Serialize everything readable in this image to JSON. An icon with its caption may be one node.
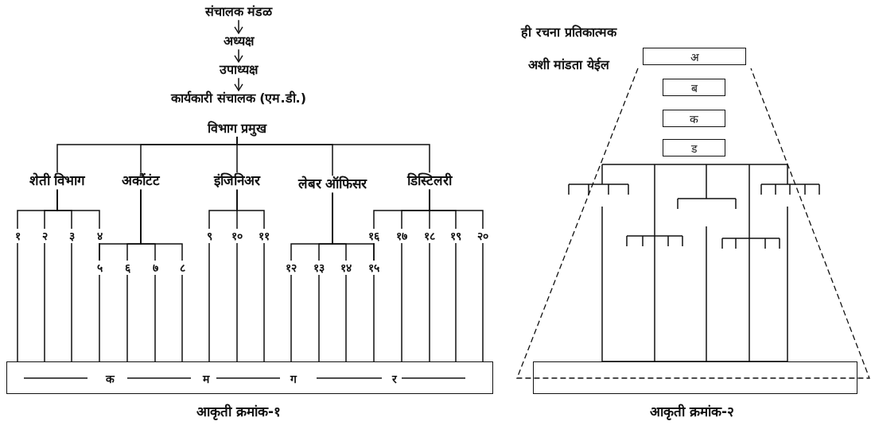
{
  "diagram": {
    "nodes": [
      {
        "text": [
          "संचालक मंडळ"
        ]
      },
      {
        "text": [
          "अध्यक्ष"
        ]
      },
      {
        "text": [
          "उपाध्यक्ष"
        ]
      },
      {
        "text": [
          "कार्यकारी संचालक (एम.डी.)"
        ]
      },
      {
        "text": [
          "विभाग प्रमुख"
        ]
      },
      {
        "text": [
          "शेती विभाग"
        ]
      },
      {
        "text": [
          "अकौंटंट"
        ]
      },
      {
        "text": [
          "इंजिनिअर"
        ]
      },
      {
        "text": [
          "लेबर ऑफिसर"
        ]
      },
      {
        "text": [
          "डिस्टिलरी"
        ]
      },
      {
        "text": [
          "१"
        ]
      },
      {
        "text": [
          "२"
        ]
      },
      {
        "text": [
          "३"
        ]
      },
      {
        "text": [
          "४"
        ]
      },
      {
        "text": [
          "५"
        ]
      },
      {
        "text": [
          "६"
        ]
      },
      {
        "text": [
          "७"
        ]
      },
      {
        "text": [
          "८"
        ]
      },
      {
        "text": [
          "९"
        ]
      },
      {
        "text": [
          "१०"
        ]
      },
      {
        "text": [
          "११"
        ]
      },
      {
        "text": [
          "१२"
        ]
      },
      {
        "text": [
          "१३"
        ]
      },
      {
        "text": [
          "१४"
        ]
      },
      {
        "text": [
          "१५"
        ]
      },
      {
        "text": [
          "१६"
        ]
      },
      {
        "text": [
          "१७"
        ]
      },
      {
        "text": [
          "१८"
        ]
      },
      {
        "text": [
          "१९"
        ]
      },
      {
        "text": [
          "२०"
        ]
      },
      {
        "text": [
          "क",
          "म",
          "ग",
          "र"
        ]
      },
      {
        "text": [
          "अ"
        ]
      },
      {
        "text": [
          "ब"
        ]
      },
      {
        "text": [
          "क"
        ]
      },
      {
        "text": [
          "ड"
        ]
      },
      {
        "text": [],
        "shape": "box"
      }
    ],
    "edges": [
      {
        "from": 0,
        "to": 1,
        "arrow": "to"
      },
      {
        "from": 1,
        "to": 2,
        "arrow": "to"
      },
      {
        "from": 2,
        "to": 3,
        "arrow": "to"
      },
      {
        "from": 4,
        "to": 5,
        "arrow": "none"
      },
      {
        "from": 4,
        "to": 6,
        "arrow": "none"
      },
      {
        "from": 4,
        "to": 7,
        "arrow": "none"
      },
      {
        "from": 4,
        "to": 8,
        "arrow": "none"
      },
      {
        "from": 4,
        "to": 9,
        "arrow": "none"
      },
      {
        "from": 5,
        "to": 10,
        "arrow": "none"
      },
      {
        "from": 5,
        "to": 11,
        "arrow": "none"
      },
      {
        "from": 5,
        "to": 12,
        "arrow": "none"
      },
      {
        "from": 5,
        "to": 13,
        "arrow": "none"
      },
      {
        "from": 6,
        "to": 14,
        "arrow": "none"
      },
      {
        "from": 6,
        "to": 15,
        "arrow": "none"
      },
      {
        "from": 6,
        "to": 16,
        "arrow": "none"
      },
      {
        "from": 6,
        "to": 17,
        "arrow": "none"
      },
      {
        "from": 7,
        "to": 18,
        "arrow": "none"
      },
      {
        "from": 7,
        "to": 19,
        "arrow": "none"
      },
      {
        "from": 7,
        "to": 20,
        "arrow": "none"
      },
      {
        "from": 8,
        "to": 21,
        "arrow": "none"
      },
      {
        "from": 8,
        "to": 22,
        "arrow": "none"
      },
      {
        "from": 8,
        "to": 23,
        "arrow": "none"
      },
      {
        "from": 8,
        "to": 24,
        "arrow": "none"
      },
      {
        "from": 9,
        "to": 25,
        "arrow": "none"
      },
      {
        "from": 9,
        "to": 26,
        "arrow": "none"
      },
      {
        "from": 9,
        "to": 27,
        "arrow": "none"
      },
      {
        "from": 9,
        "to": 28,
        "arrow": "none"
      },
      {
        "from": 9,
        "to": 29,
        "arrow": "none"
      },
      {
        "from": 10,
        "to": 30,
        "arrow": "none"
      },
      {
        "from": 11,
        "to": 30,
        "arrow": "none"
      },
      {
        "from": 12,
        "to": 30,
        "arrow": "none"
      },
      {
        "from": 13,
        "to": 14,
        "arrow": "none"
      },
      {
        "from": 14,
        "to": 30,
        "arrow": "none"
      },
      {
        "from": 15,
        "to": 30,
        "arrow": "none"
      },
      {
        "from": 16,
        "to": 30,
        "arrow": "none"
      },
      {
        "from": 17,
        "to": 30,
        "arrow": "none"
      },
      {
        "from": 18,
        "to": 30,
        "arrow": "none"
      },
      {
        "from": 19,
        "to": 30,
        "arrow": "none"
      },
      {
        "from": 20,
        "to": 30,
        "arrow": "none"
      },
      {
        "from": 21,
        "to": 30,
        "arrow": "none"
      },
      {
        "from": 22,
        "to": 30,
        "arrow": "none"
      },
      {
        "from": 23,
        "to": 30,
        "arrow": "none"
      },
      {
        "from": 24,
        "to": 30,
        "arrow": "none"
      },
      {
        "from": 25,
        "to": 24,
        "arrow": "none"
      },
      {
        "from": 26,
        "to": 30,
        "arrow": "none"
      },
      {
        "from": 27,
        "to": 30,
        "arrow": "none"
      },
      {
        "from": 28,
        "to": 30,
        "arrow": "none"
      },
      {
        "from": 29,
        "to": 30,
        "arrow": "none"
      }
    ],
    "labels": [
      "ही रचना प्रतिकात्मक अशी मांडता येईल",
      "आकृती क्रमांक-१",
      "आकृती क्रमांक-२"
    ]
  }
}
